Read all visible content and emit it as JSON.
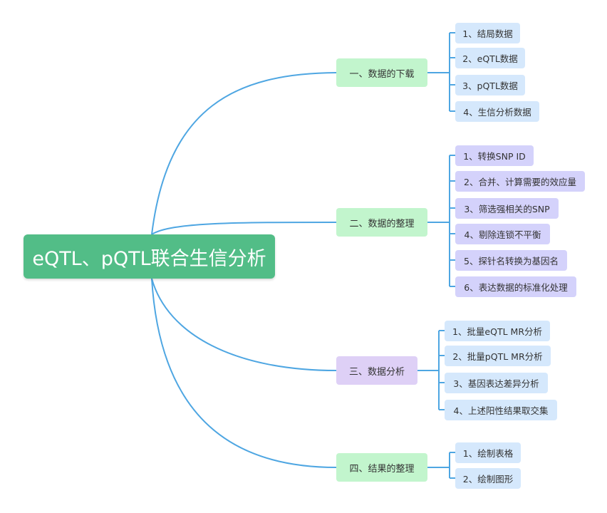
{
  "root": {
    "label": "eQTL、pQTL联合生信分析",
    "color": "#52bd87"
  },
  "colors": {
    "line": "#4ea6e2",
    "green": "#c2f5cd",
    "purple": "#ded0f6",
    "blue": "#d5e8fc",
    "violet": "#d4d2fb"
  },
  "branches": [
    {
      "label": "一、数据的下载",
      "children": [
        "1、结局数据",
        "2、eQTL数据",
        "3、pQTL数据",
        "4、生信分析数据"
      ]
    },
    {
      "label": "二、数据的整理",
      "children": [
        "1、转换SNP ID",
        "2、合并、计算需要的效应量",
        "3、筛选强相关的SNP",
        "4、剔除连锁不平衡",
        "5、探针名转换为基因名",
        "6、表达数据的标准化处理"
      ]
    },
    {
      "label": "三、数据分析",
      "children": [
        "1、批量eQTL MR分析",
        "2、批量pQTL MR分析",
        "3、基因表达差异分析",
        "4、上述阳性结果取交集"
      ]
    },
    {
      "label": "四、结果的整理",
      "children": [
        "1、绘制表格",
        "2、绘制图形"
      ]
    }
  ]
}
